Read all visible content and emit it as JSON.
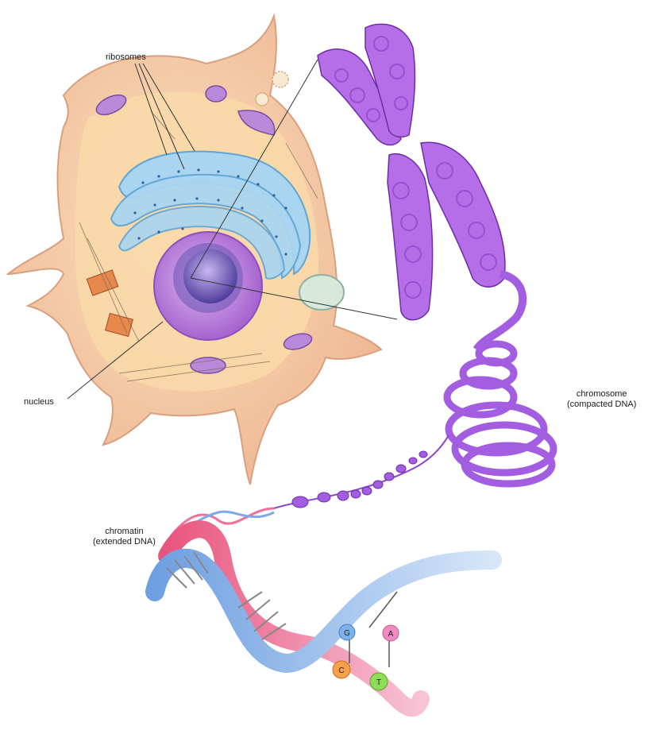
{
  "labels": {
    "ribosomes": "ribosomes",
    "nucleus": "nucleus",
    "chromosome_line1": "chromosome",
    "chromosome_line2": "(compacted DNA)",
    "chromatin_line1": "chromatin",
    "chromatin_line2": "(extended DNA)"
  },
  "bases": [
    {
      "letter": "G",
      "color": "#7fb2e8"
    },
    {
      "letter": "A",
      "color": "#f08ac0"
    },
    {
      "letter": "C",
      "color": "#f5a04a"
    },
    {
      "letter": "T",
      "color": "#8fdc5a"
    }
  ],
  "colors": {
    "cell": "#f6c9a4",
    "cytoplasm": "#f9d9a8",
    "er": "#9fd0ef",
    "nucleus": "#b878d8",
    "chromosome": "#a35de0",
    "dna_blue": "#7ea9e6",
    "dna_pink": "#ef6f9e"
  }
}
